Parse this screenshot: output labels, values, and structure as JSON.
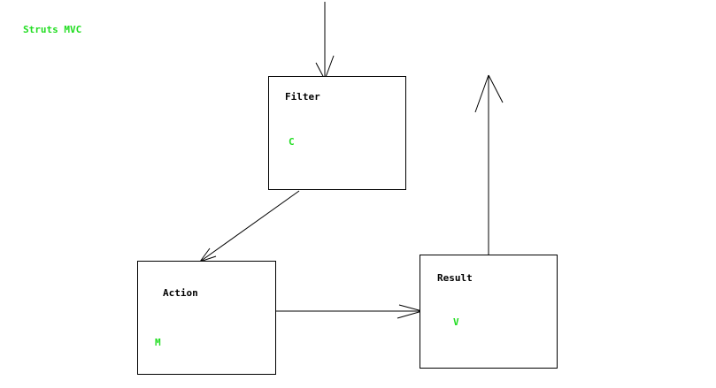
{
  "title": "Struts MVC",
  "colors": {
    "accent": "#22dd22",
    "stroke": "#000000",
    "background": "#ffffff"
  },
  "boxes": {
    "filter": {
      "label": "Filter",
      "role": "C"
    },
    "action": {
      "label": "Action",
      "role": "M"
    },
    "result": {
      "label": "Result",
      "role": "V"
    }
  }
}
